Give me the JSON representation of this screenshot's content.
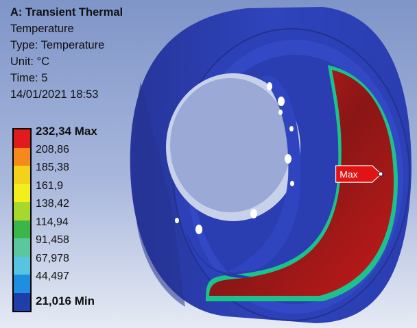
{
  "info": {
    "title": "A: Transient Thermal",
    "result": "Temperature",
    "type": "Type: Temperature",
    "unit": "Unit: °C",
    "time": "Time: 5",
    "timestamp": "14/01/2021 18:53"
  },
  "legend": {
    "max_label": "232,34 Max",
    "min_label": "21,016 Min",
    "values": [
      "208,86",
      "185,38",
      "161,9",
      "138,42",
      "114,94",
      "91,458",
      "67,978",
      "44,497"
    ],
    "colors": [
      "#e11b1b",
      "#f58a1c",
      "#f2d21a",
      "#f2ef1c",
      "#a6d92b",
      "#3cb54a",
      "#5cc69e",
      "#57c5e0",
      "#1d8ee0",
      "#1e3ea8"
    ]
  },
  "probe": {
    "max_tag": "Max"
  },
  "model": {
    "body_color": "#2a3fb4",
    "inner_hot_color": "#c71d1d"
  }
}
